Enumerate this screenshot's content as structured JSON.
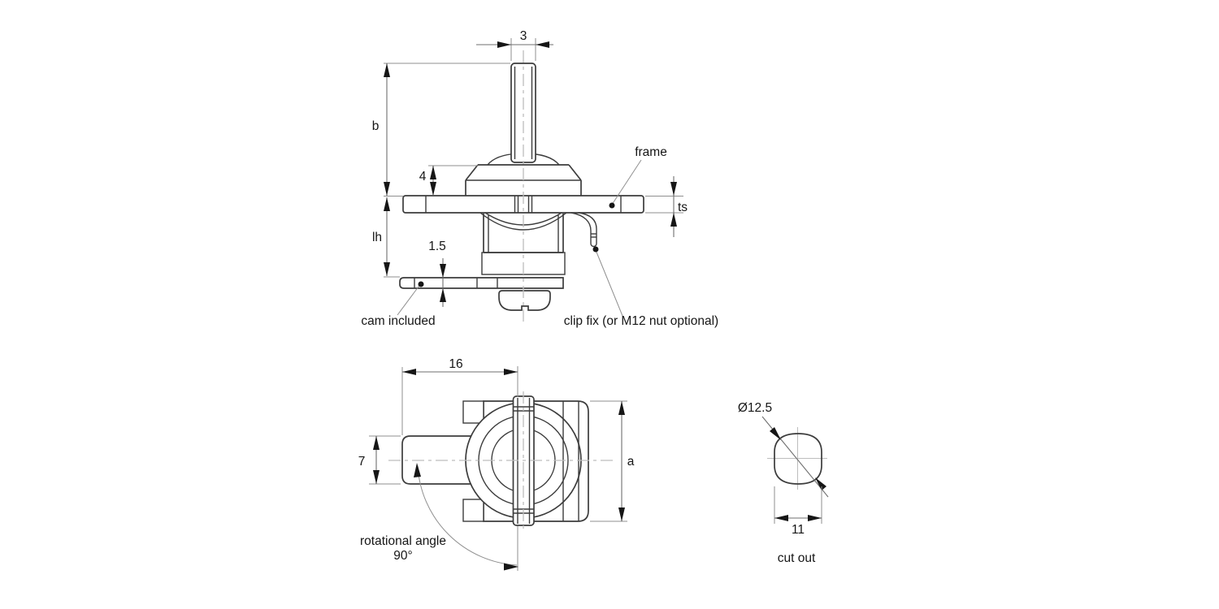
{
  "side_view": {
    "dim_shaft": "3",
    "dim_b": "b",
    "dim_head": "4",
    "dim_lh": "lh",
    "dim_cam_thickness": "1.5",
    "dim_ts": "ts",
    "label_frame": "frame",
    "label_cam": "cam included",
    "label_clip": "clip fix (or M12 nut optional)"
  },
  "front_view": {
    "dim_16": "16",
    "dim_7": "7",
    "dim_a": "a",
    "rotation_label_1": "rotational angle",
    "rotation_label_2": "90°"
  },
  "cutout_view": {
    "dim_diameter": "Ø12.5",
    "dim_across_flats": "11",
    "caption": "cut out"
  },
  "colors": {
    "line": "#3c3c3c",
    "dim": "#6f6f6f",
    "extension": "#8f8f8f",
    "centerline": "#bdbdbd",
    "arrow": "#161616",
    "text": "#161616",
    "background": "#ffffff"
  }
}
